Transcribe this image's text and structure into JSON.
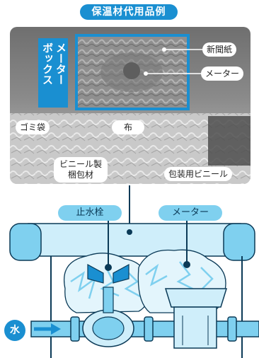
{
  "title": "保温材代用品例",
  "photo_labels": {
    "meter_box_col1": "メーター",
    "meter_box_col2": "ボックス",
    "newspaper": "新聞紙",
    "meter": "メーター",
    "garbage_bag": "ゴミ袋",
    "cloth": "布",
    "vinyl_packing_line1": "ビニール製",
    "vinyl_packing_line2": "梱包材",
    "packaging_vinyl": "包装用ビニール"
  },
  "diagram_labels": {
    "stop_valve": "止水栓",
    "meter": "メーター",
    "water": "水"
  },
  "colors": {
    "accent_blue": "#1a8fd1",
    "light_blue": "#7fd0ef",
    "pale_blue": "#cfeefa",
    "dark_blue": "#0b3a57"
  }
}
